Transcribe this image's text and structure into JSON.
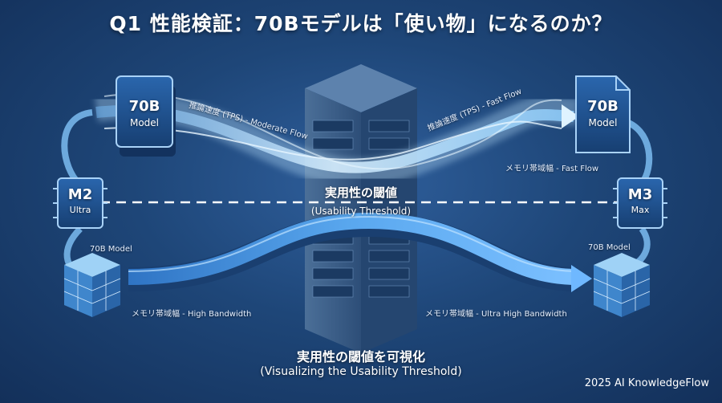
{
  "title": "Q1 性能検証：70Bモデルは「使い物」になるのか？",
  "left_model": {
    "name": "70B",
    "sub": "Model"
  },
  "right_model": {
    "name": "70B",
    "sub": "Model"
  },
  "left_chip": {
    "name": "M2",
    "sub": "Ultra"
  },
  "right_chip": {
    "name": "M3",
    "sub": "Max"
  },
  "flows": {
    "top_left": "推論速度 (TPS) - Moderate Flow",
    "top_right": "推論速度 (TPS) - Fast Flow",
    "mid_right": "メモリ帯域幅 - Fast Flow",
    "bottom_left": "メモリ帯域幅 - High Bandwidth",
    "bottom_right": "メモリ帯域幅 - Ultra High Bandwidth",
    "left_model_tag": "70B Model",
    "right_model_tag": "70B Model"
  },
  "threshold": {
    "jp": "実用性の閾値",
    "en": "(Usability Threshold)"
  },
  "caption": {
    "jp": "実用性の閾値を可視化",
    "en": "(Visualizing the Usability Threshold)"
  },
  "copyright": "2025 AI KnowledgeFlow",
  "colors": {
    "flow": "#7fc4ff",
    "glow": "#cfeaff",
    "box": "#1d4f8c",
    "box_border": "#9cc8f5"
  }
}
